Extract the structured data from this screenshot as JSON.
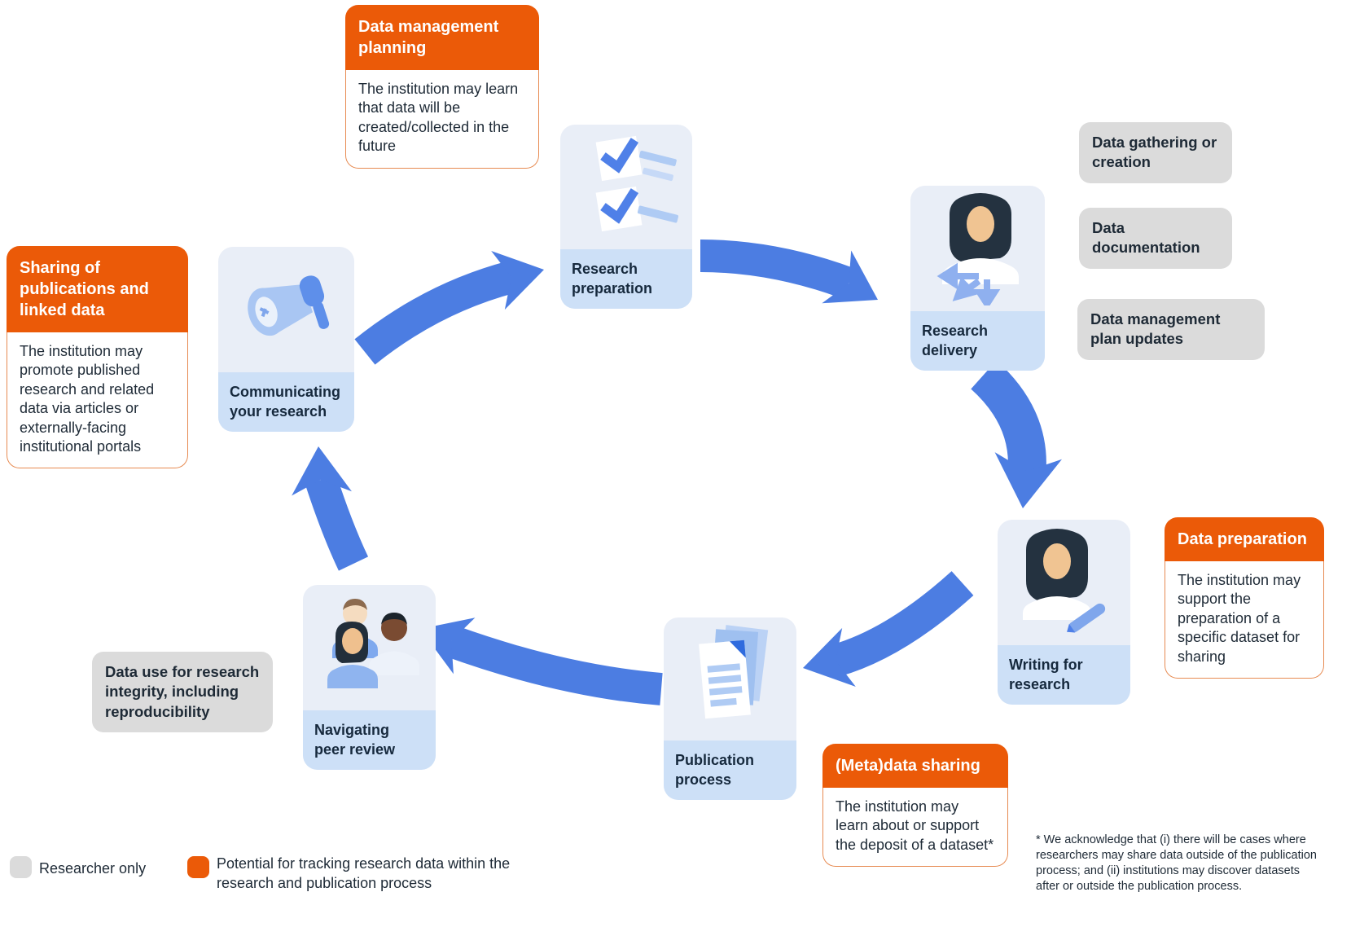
{
  "callouts": {
    "dmp": {
      "title": "Data management planning",
      "body": "The institution may learn that data will be created/collected in the future"
    },
    "sharing": {
      "title": "Sharing of publications and linked data",
      "body": "The institution may promote published research and related data via articles or externally-facing institutional portals"
    },
    "dataprep": {
      "title": "Data preparation",
      "body": "The institution may support the preparation of a specific dataset for sharing"
    },
    "metadata": {
      "title": "(Meta)data sharing",
      "body": "The institution may learn about or support the deposit of a dataset*"
    }
  },
  "stages": {
    "preparation": {
      "label": "Research preparation",
      "icon": "checklist-icon"
    },
    "delivery": {
      "label": "Research delivery",
      "icon": "person-arrows-icon"
    },
    "writing": {
      "label": "Writing for research",
      "icon": "person-pen-icon"
    },
    "publication": {
      "label": "Publication process",
      "icon": "documents-icon"
    },
    "peer_review": {
      "label": "Navigating peer review",
      "icon": "people-icon"
    },
    "communicating": {
      "label": "Communicating your research",
      "icon": "megaphone-icon"
    }
  },
  "researcher_boxes": {
    "gathering": "Data gathering or creation",
    "documentation": "Data documentation",
    "dmp_updates": "Data management plan updates",
    "integrity": "Data use for research integrity, including reproducibility"
  },
  "legend": {
    "researcher_only": "Researcher only",
    "tracking": "Potential for tracking research data within the research and publication process"
  },
  "footnote": "* We acknowledge that (i) there will be cases where researchers may share data outside of the publication process; and (ii) institutions may discover datasets after or outside the publication process.",
  "colors": {
    "orange": "#EB5A08",
    "orange_border": "#E78B52",
    "arrow_blue": "#4C7DE2",
    "card_bg": "#E9EEF7",
    "card_strip": "#CDE0F7",
    "gray_box": "#DBDBDB",
    "text_dark": "#1E2A36"
  }
}
